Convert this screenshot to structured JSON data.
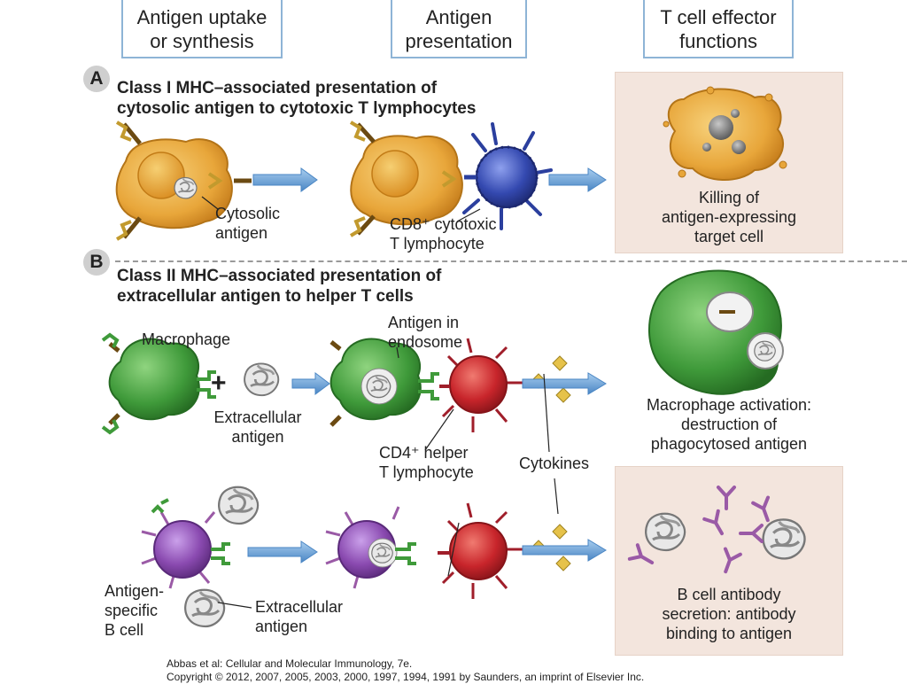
{
  "columns": [
    {
      "line1": "Antigen uptake",
      "line2": "or synthesis"
    },
    {
      "line1": "Antigen",
      "line2": "presentation"
    },
    {
      "line1": "T cell effector",
      "line2": "functions"
    }
  ],
  "section_a": {
    "letter": "A",
    "title_line1": "Class I MHC–associated presentation of",
    "title_line2": "cytosolic antigen to cytotoxic T lymphocytes",
    "cytosolic_antigen_1": "Cytosolic",
    "cytosolic_antigen_2": "antigen",
    "cd8_line1": "CD8⁺ cytotoxic",
    "cd8_line2": "T lymphocyte",
    "effect_line1": "Killing of",
    "effect_line2": "antigen-expressing",
    "effect_line3": "target cell"
  },
  "section_b": {
    "letter": "B",
    "title_line1": "Class II MHC–associated presentation of",
    "title_line2": "extracellular antigen to helper T cells",
    "macrophage": "Macrophage",
    "plus": "+",
    "extracellular_1": "Extracellular",
    "extracellular_2": "antigen",
    "endosome_1": "Antigen in",
    "endosome_2": "endosome",
    "cd4_line1": "CD4⁺ helper",
    "cd4_line2": "T lymphocyte",
    "cytokines": "Cytokines",
    "macro_effect_1": "Macrophage activation:",
    "macro_effect_2": "destruction of",
    "macro_effect_3": "phagocytosed antigen",
    "bcell_1": "Antigen-",
    "bcell_2": "specific",
    "bcell_3": "B cell",
    "extracellular_b_1": "Extracellular",
    "extracellular_b_2": "antigen",
    "b_effect_1": "B cell antibody",
    "b_effect_2": "secretion: antibody",
    "b_effect_3": "binding to antigen"
  },
  "footer": {
    "line1": "Abbas et al: Cellular and Molecular Immunology, 7e.",
    "line2": "Copyright © 2012, 2007, 2005, 2003, 2000, 1997, 1994, 1991 by Saunders, an imprint of Elsevier Inc."
  },
  "colors": {
    "apc_orange": "#e8a63a",
    "ctl_blue": "#2b3f9e",
    "macrophage_green": "#3f9a3a",
    "helper_red": "#c8252b",
    "bcell_purple": "#8a4ab0",
    "arrow_blue": "#5b9bd5",
    "panel_pink": "#f3e5dd"
  }
}
